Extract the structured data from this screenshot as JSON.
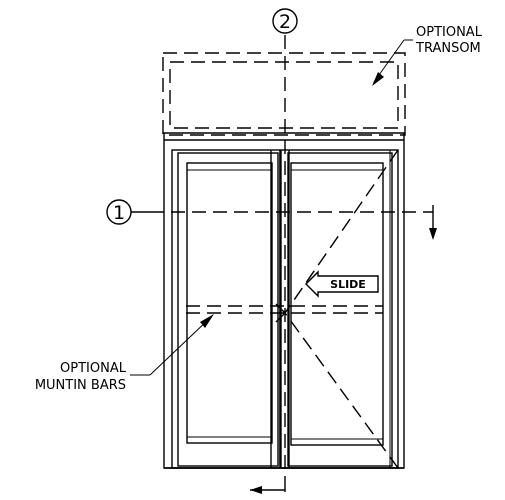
{
  "annotations": {
    "transom": [
      "OPTIONAL",
      "TRANSOM"
    ],
    "muntin": [
      "OPTIONAL",
      "MUNTIN BARS"
    ]
  },
  "markers": {
    "vertical": "2",
    "horizontal": "1"
  },
  "slide_label": "SLIDE"
}
